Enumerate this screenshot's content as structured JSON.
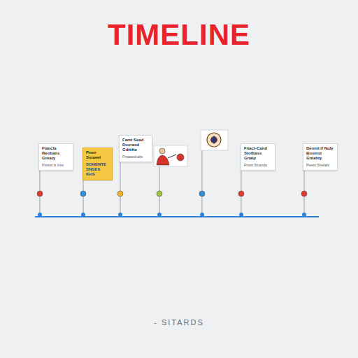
{
  "diagram": {
    "title": "TIMELINE",
    "caption": "- SITARDS",
    "nodes": [
      {
        "text": [
          "Fiancla Reobans Greaty",
          "Pxoest is Inlst"
        ]
      },
      {
        "text": [
          "Pnen Souwel",
          "SOHENTE SNSES KHS"
        ]
      },
      {
        "text": [
          "Famt Sead Docrasd Gditifte",
          "Frsasord alte"
        ]
      },
      {
        "text": [
          "Fnact-Cand Stotbass Gnaty",
          "Prsott Stcanda"
        ]
      },
      {
        "text": [
          "Deonit if Nuly Bosinst Gnlahty",
          "Ptesst Sheliats"
        ]
      }
    ]
  }
}
